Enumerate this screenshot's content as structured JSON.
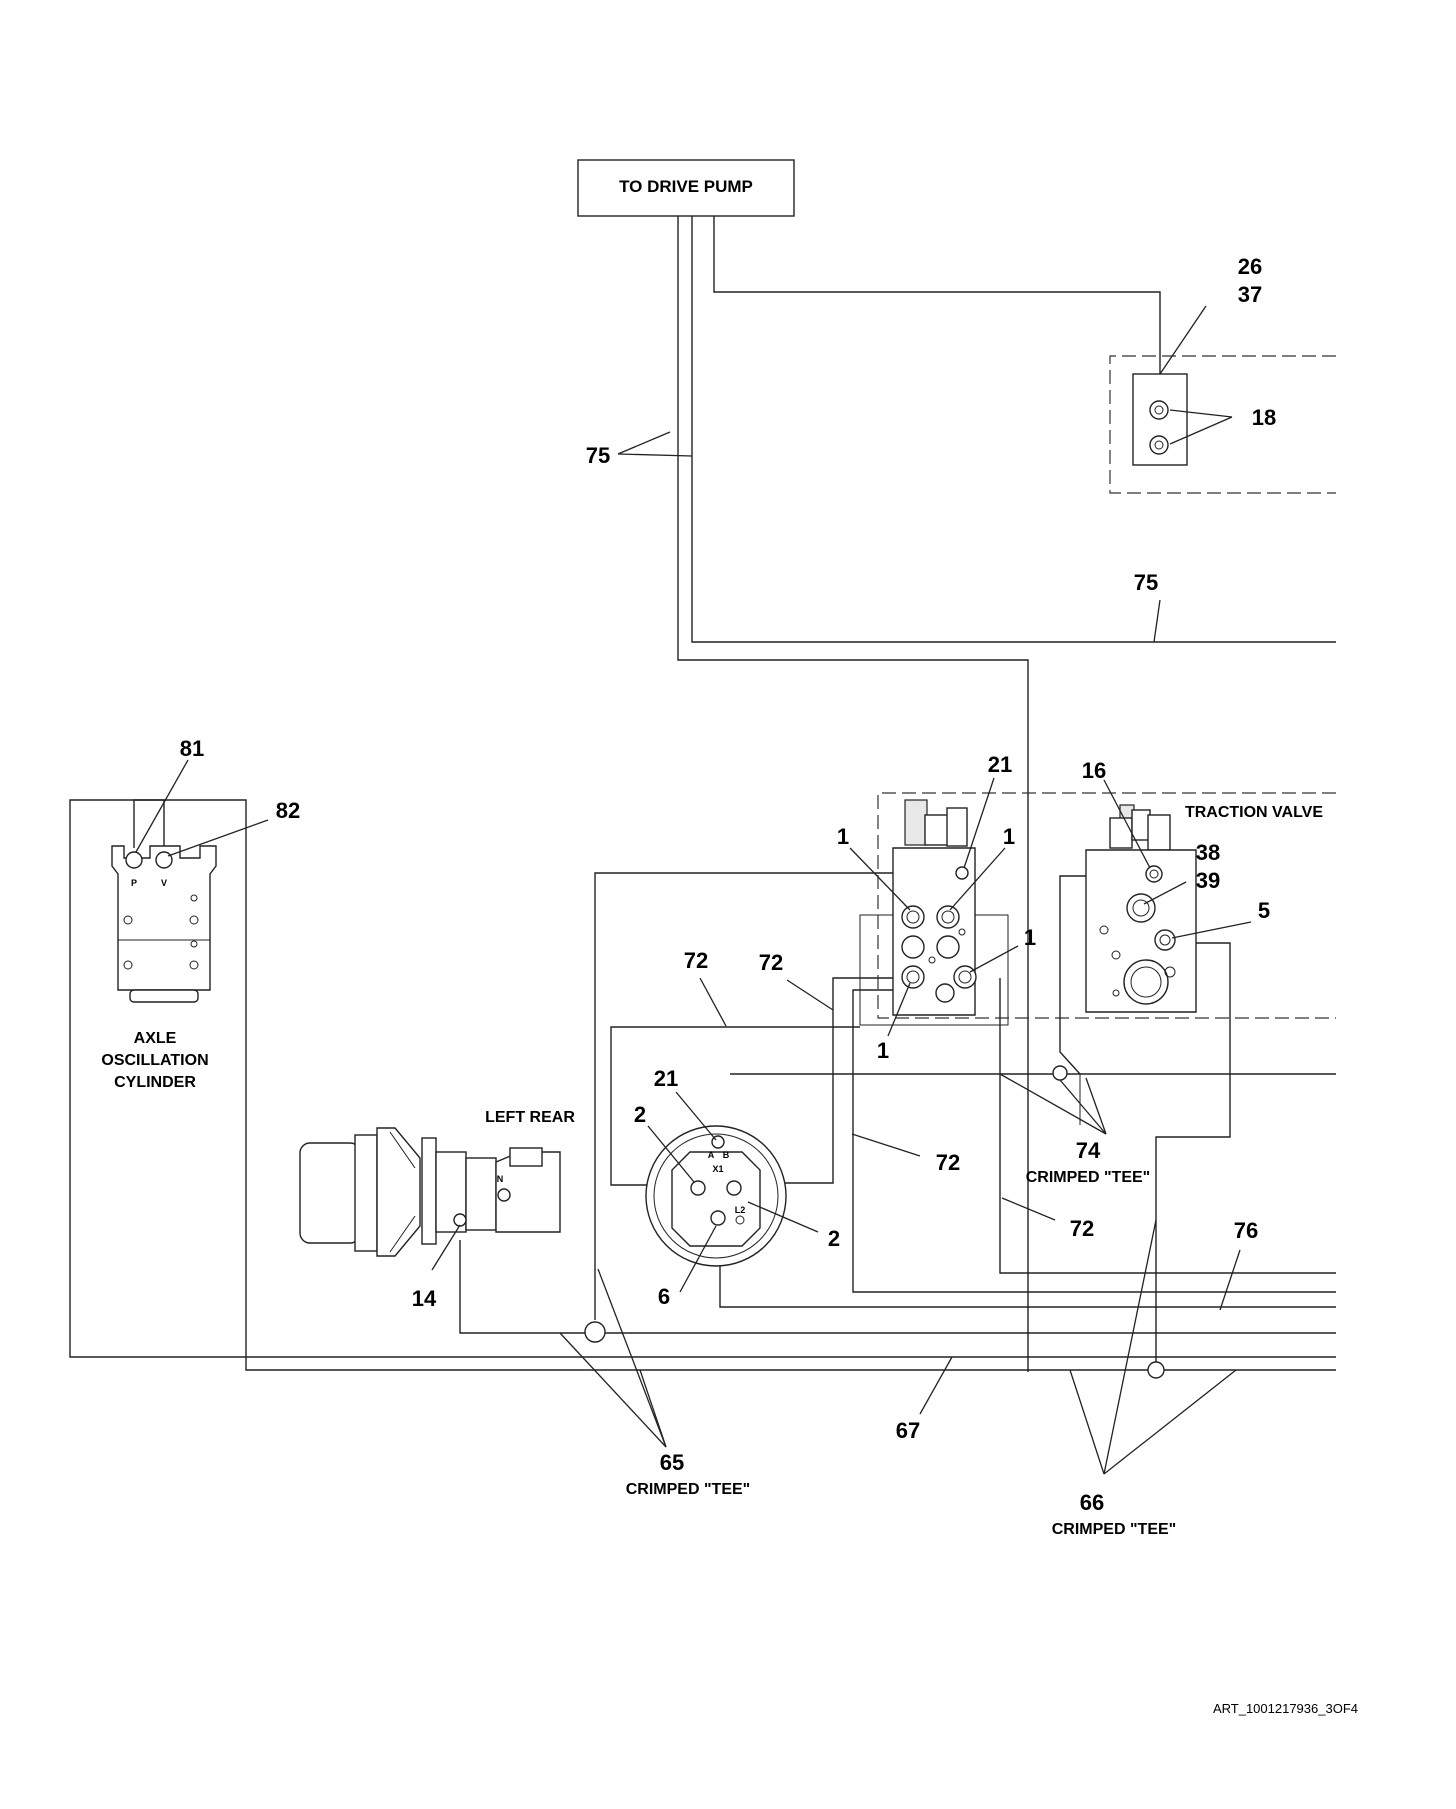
{
  "boxes": {
    "drive_pump": "TO DRIVE PUMP"
  },
  "labels": {
    "axle_l1": "AXLE",
    "axle_l2": "OSCILLATION",
    "axle_l3": "CYLINDER",
    "left_rear": "LEFT REAR",
    "traction_valve": "TRACTION VALVE",
    "crimped_tee_74": "CRIMPED \"TEE\"",
    "crimped_tee_65": "CRIMPED \"TEE\"",
    "crimped_tee_66": "CRIMPED \"TEE\"",
    "port_p": "P",
    "port_v": "V",
    "port_a": "A",
    "port_b": "B",
    "port_x1": "X1",
    "port_l2": "L2",
    "port_n": "N"
  },
  "callouts": {
    "c26": "26",
    "c37": "37",
    "c18": "18",
    "c75a": "75",
    "c75b": "75",
    "c81": "81",
    "c82": "82",
    "c21a": "21",
    "c16": "16",
    "c1a": "1",
    "c1b": "1",
    "c1c": "1",
    "c1d": "1",
    "c38": "38",
    "c39": "39",
    "c5": "5",
    "c72a": "72",
    "c72b": "72",
    "c72c": "72",
    "c72d": "72",
    "c21b": "21",
    "c2a": "2",
    "c2b": "2",
    "c6": "6",
    "c14": "14",
    "c74": "74",
    "c76": "76",
    "c67": "67",
    "c65": "65",
    "c66": "66"
  },
  "art_id": "ART_1001217936_3OF4"
}
